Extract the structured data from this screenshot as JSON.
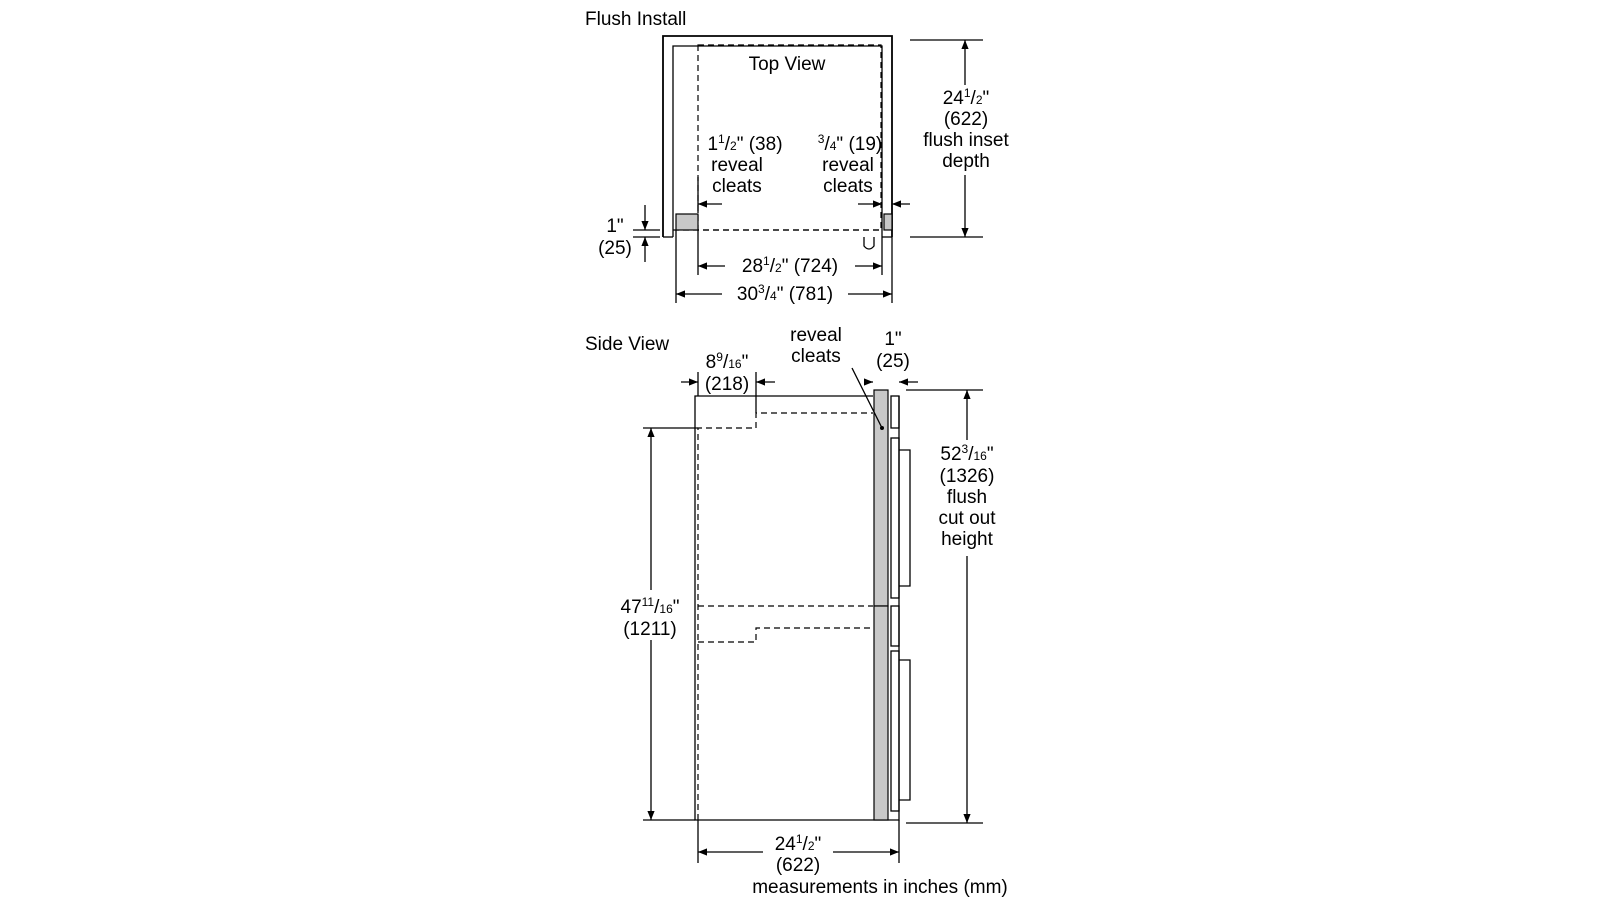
{
  "top": {
    "section_title": "Flush Install",
    "view_title": "Top View",
    "depth": {
      "whole": "24",
      "num": "1",
      "den": "2",
      "mm": "(622)",
      "line3": "flush inset",
      "line4": "depth"
    },
    "left_reveal": {
      "whole": "1",
      "num": "1",
      "den": "2",
      "mm": "(38)",
      "line2": "reveal",
      "line3": "cleats"
    },
    "right_reveal": {
      "num": "3",
      "den": "4",
      "mm": "(19)",
      "line2": "reveal",
      "line3": "cleats"
    },
    "offset": {
      "inch": "1\"",
      "mm": "(25)"
    },
    "inner_width": {
      "whole": "28",
      "num": "1",
      "den": "2",
      "mm": "(724)"
    },
    "outer_width": {
      "whole": "30",
      "num": "3",
      "den": "4",
      "mm": "(781)"
    }
  },
  "side": {
    "section_title": "Side View",
    "top_depth": {
      "whole": "8",
      "num": "9",
      "den": "16",
      "mm": "(218)"
    },
    "cleat_label": {
      "line1": "reveal",
      "line2": "cleats"
    },
    "door_thickness": {
      "inch": "1\"",
      "mm": "(25)"
    },
    "cutout_height": {
      "whole": "52",
      "num": "3",
      "den": "16",
      "mm": "(1326)",
      "line3": "flush",
      "line4": "cut out",
      "line5": "height"
    },
    "body_height": {
      "whole": "47",
      "num": "11",
      "den": "16",
      "mm": "(1211)"
    },
    "depth": {
      "whole": "24",
      "num": "1",
      "den": "2",
      "mm": "(622)"
    },
    "footnote": "measurements in inches (mm)"
  }
}
